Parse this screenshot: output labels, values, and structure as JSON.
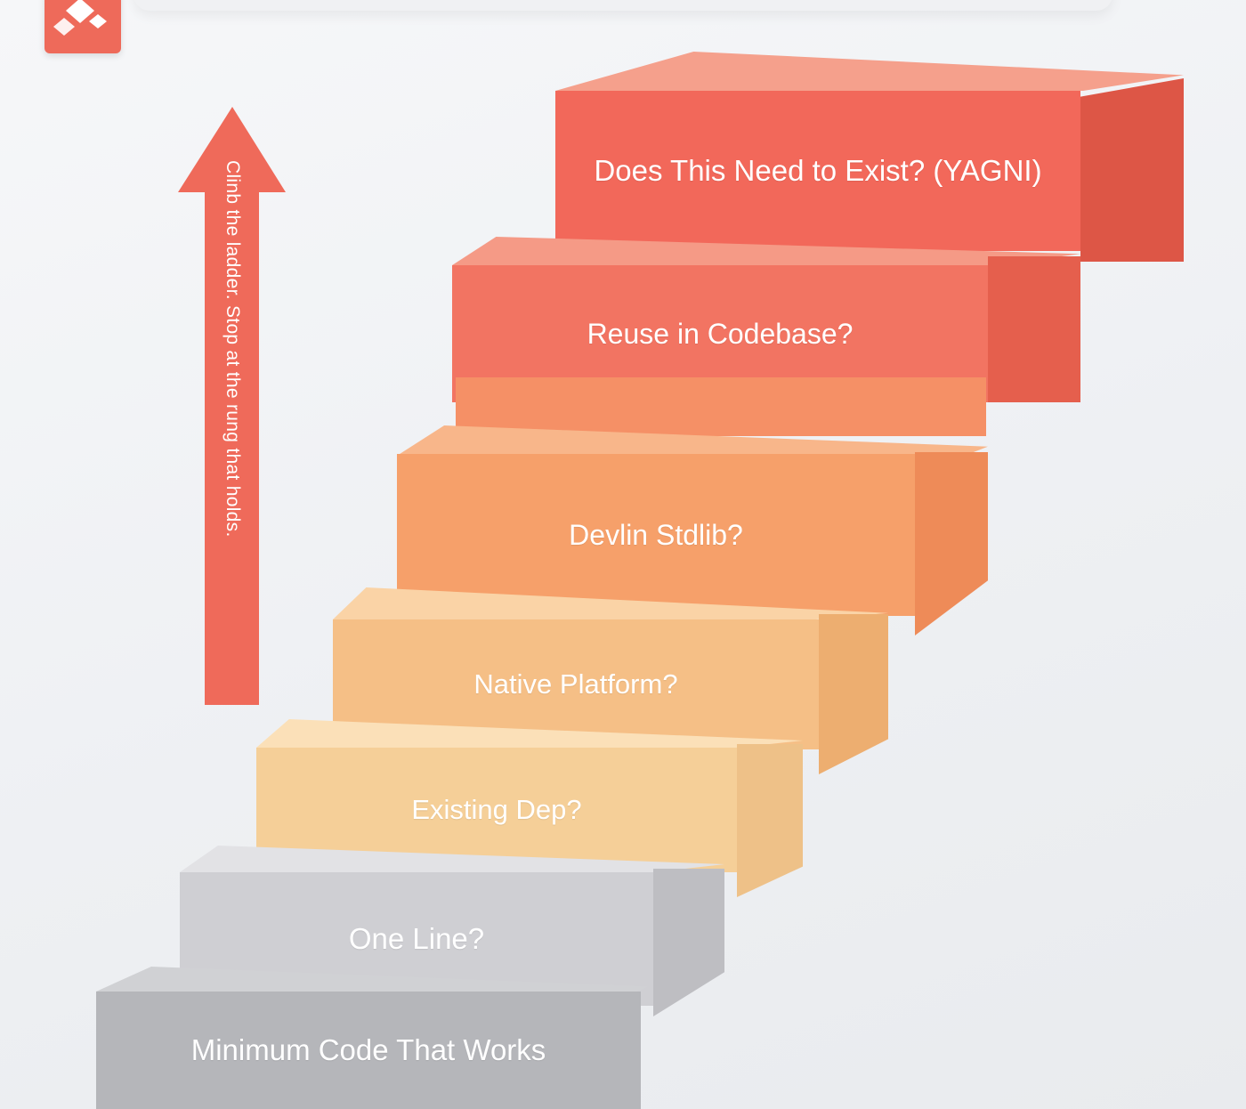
{
  "arrow_text": "Clinb the ladder. Stop at the rung that holds.",
  "steps": [
    {
      "label": "Does This Need to Exist? (YAGNI)",
      "color": "#f2685a"
    },
    {
      "label": "Reuse in Codebase?",
      "color": "#f27462"
    },
    {
      "label": "Devlin Stdlib?",
      "color": "#f6a06a"
    },
    {
      "label": "Native Platform?",
      "color": "#f5bf86"
    },
    {
      "label": "Existing Dep?",
      "color": "#f5cf98"
    },
    {
      "label": "One Line?",
      "color": "#cfcfd3"
    },
    {
      "label": "Minimum Code That Works",
      "color": "#b5b6ba"
    }
  ],
  "colors": {
    "accent": "#ee6a5a",
    "background": "#f1f2f4"
  }
}
